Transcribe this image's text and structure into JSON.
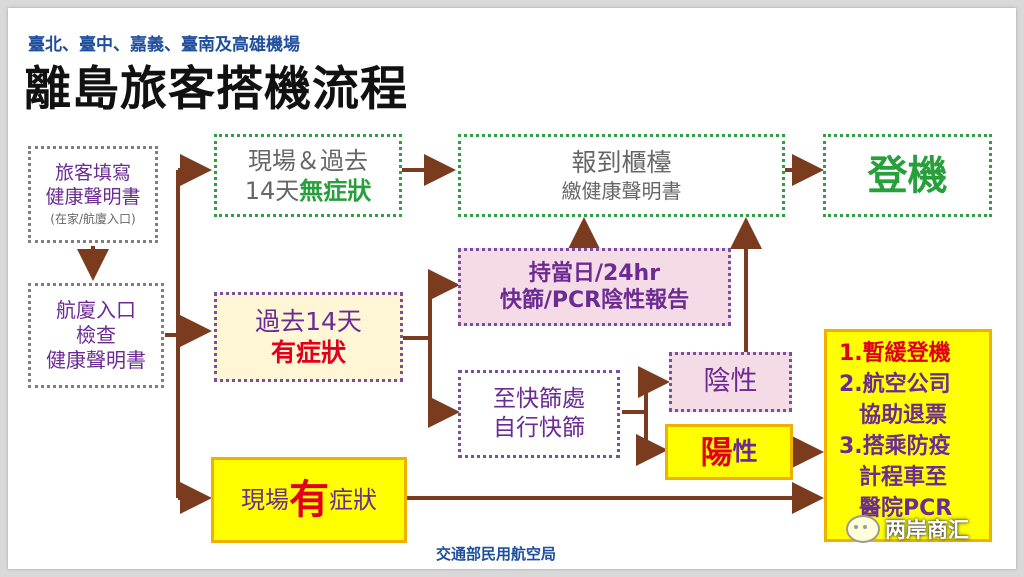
{
  "header": {
    "subtitle": "臺北、臺中、嘉義、臺南及高雄機場",
    "title": "離島旅客搭機流程"
  },
  "boxes": {
    "fill_form": {
      "line1": "旅客填寫",
      "line2": "健康聲明書",
      "note": "(在家/航廈入口)"
    },
    "terminal_check": {
      "line1": "航廈入口",
      "line2": "檢查",
      "line3": "健康聲明書"
    },
    "no_symptom": {
      "line1": "現場＆過去",
      "line2_prefix": "14天",
      "line2_emph": "無症狀"
    },
    "past_symptom": {
      "line1": "過去14天",
      "line2": "有症狀"
    },
    "onsite_symptom": {
      "prefix": "現場",
      "emph": "有",
      "suffix": "症狀"
    },
    "checkin": {
      "line1": "報到櫃檯",
      "line2": "繳健康聲明書"
    },
    "boarding": {
      "label": "登機"
    },
    "hold_report": {
      "line1": "持當日/24hr",
      "line2": "快篩/PCR陰性報告"
    },
    "self_test": {
      "line1": "至快篩處",
      "line2": "自行快篩"
    },
    "negative": {
      "label": "陰性"
    },
    "positive": {
      "emph": "陽",
      "suffix": "性"
    },
    "measures": {
      "item1": "1.暫緩登機",
      "item2a": "2.航空公司",
      "item2b": "協助退票",
      "item3a": "3.搭乘防疫",
      "item3b": "計程車至",
      "item3c": "醫院PCR"
    }
  },
  "footer": {
    "agency": "交通部民用航空局",
    "watermark": "两岸商汇"
  },
  "colors": {
    "arrow": "#7a3b1f",
    "purple_text": "#6b2b93",
    "green_text": "#27a03b",
    "red_text": "#e0001b",
    "title_blue": "#1f4e9c",
    "yellow": "#ffff00"
  }
}
